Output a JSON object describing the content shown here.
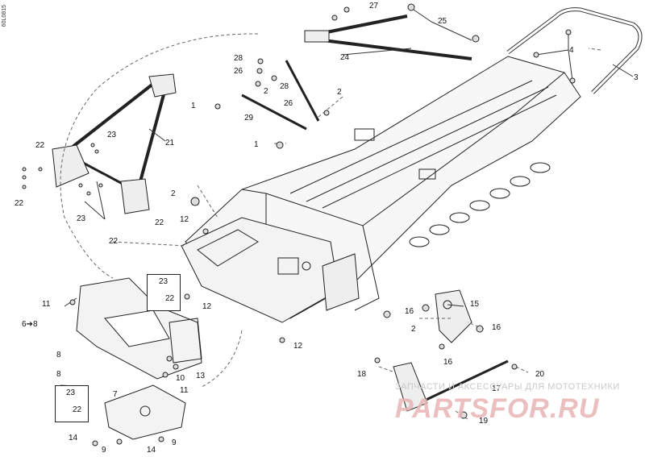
{
  "diagram": {
    "reference_code": "60L0815",
    "watermark": {
      "line1": "ЗАПЧАСТИ И АКСЕССУАРЫ ДЛЯ МОТОТЕХНИКИ",
      "line2": "PARTSFOR.RU"
    },
    "callouts": {
      "c1a": "1",
      "c1b": "1",
      "c2a": "2",
      "c2b": "2",
      "c2c": "2",
      "c2d": "2",
      "c3": "3",
      "c4": "4",
      "c6": "6➔8",
      "c7": "7",
      "c8a": "8",
      "c8b": "8",
      "c9a": "9",
      "c9b": "9",
      "c10": "10",
      "c11a": "11",
      "c11b": "11",
      "c12a": "12",
      "c12b": "12",
      "c12c": "12",
      "c13": "13",
      "c14a": "14",
      "c14b": "14",
      "c15": "15",
      "c16a": "16",
      "c16b": "16",
      "c16c": "16",
      "c17": "17",
      "c18": "18",
      "c19": "19",
      "c20": "20",
      "c21": "21",
      "c22a": "22",
      "c22b": "22",
      "c22c": "22",
      "c22d": "22",
      "c23a": "23",
      "c23b": "23",
      "c23c": "23",
      "c23d": "23",
      "c24": "24",
      "c25": "25",
      "c26a": "26",
      "c26b": "26",
      "c27": "27",
      "c28a": "28",
      "c28b": "28",
      "c29": "29",
      "c22e": "22",
      "c22f": "22"
    }
  }
}
